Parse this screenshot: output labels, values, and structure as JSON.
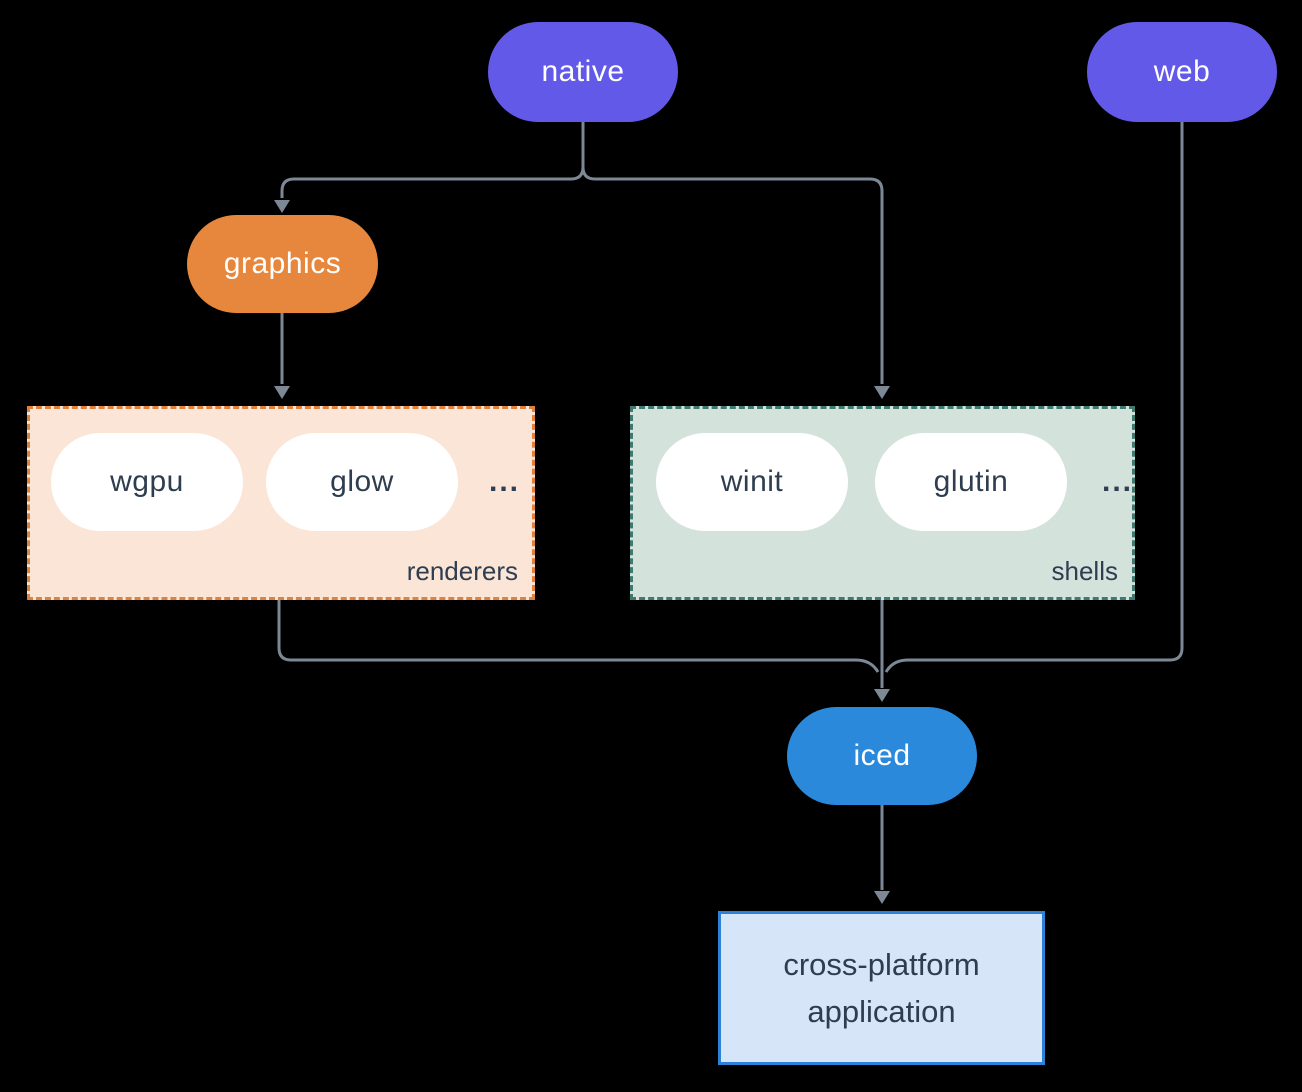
{
  "diagram": {
    "nodes": {
      "native": {
        "label": "native",
        "color": "#6259E8"
      },
      "web": {
        "label": "web",
        "color": "#6259E8"
      },
      "graphics": {
        "label": "graphics",
        "color": "#E6873D"
      },
      "iced": {
        "label": "iced",
        "color": "#2B89DB"
      },
      "application": {
        "label": "cross-platform application",
        "fill": "#D6E5F7",
        "border": "#2B82D6"
      }
    },
    "groups": {
      "renderers": {
        "label": "renderers",
        "items": [
          "wgpu",
          "glow"
        ],
        "ellipsis": "...",
        "fill": "#FAE5D7",
        "border": "#E0813C"
      },
      "shells": {
        "label": "shells",
        "items": [
          "winit",
          "glutin"
        ],
        "ellipsis": "...",
        "fill": "#D4E2DC",
        "border": "#3F7A71"
      }
    },
    "edges": [
      {
        "from": "native",
        "to": "graphics"
      },
      {
        "from": "native",
        "to": "shells"
      },
      {
        "from": "graphics",
        "to": "renderers"
      },
      {
        "from": "renderers",
        "to": "iced"
      },
      {
        "from": "shells",
        "to": "iced"
      },
      {
        "from": "web",
        "to": "iced"
      },
      {
        "from": "iced",
        "to": "application"
      }
    ],
    "colors": {
      "background": "#000000",
      "purple": "#6259E8",
      "orange": "#E6873D",
      "blue": "#2B89DB",
      "renderers_fill": "#FAE5D7",
      "renderers_border": "#E0813C",
      "shells_fill": "#D4E2DC",
      "shells_border": "#3F7A71",
      "app_fill": "#D6E5F7",
      "app_border": "#2B82D6",
      "line": "#7D8896",
      "text_dark": "#2E3D4F",
      "pill_text": "#FFFFFF",
      "white": "#FFFFFF"
    }
  }
}
